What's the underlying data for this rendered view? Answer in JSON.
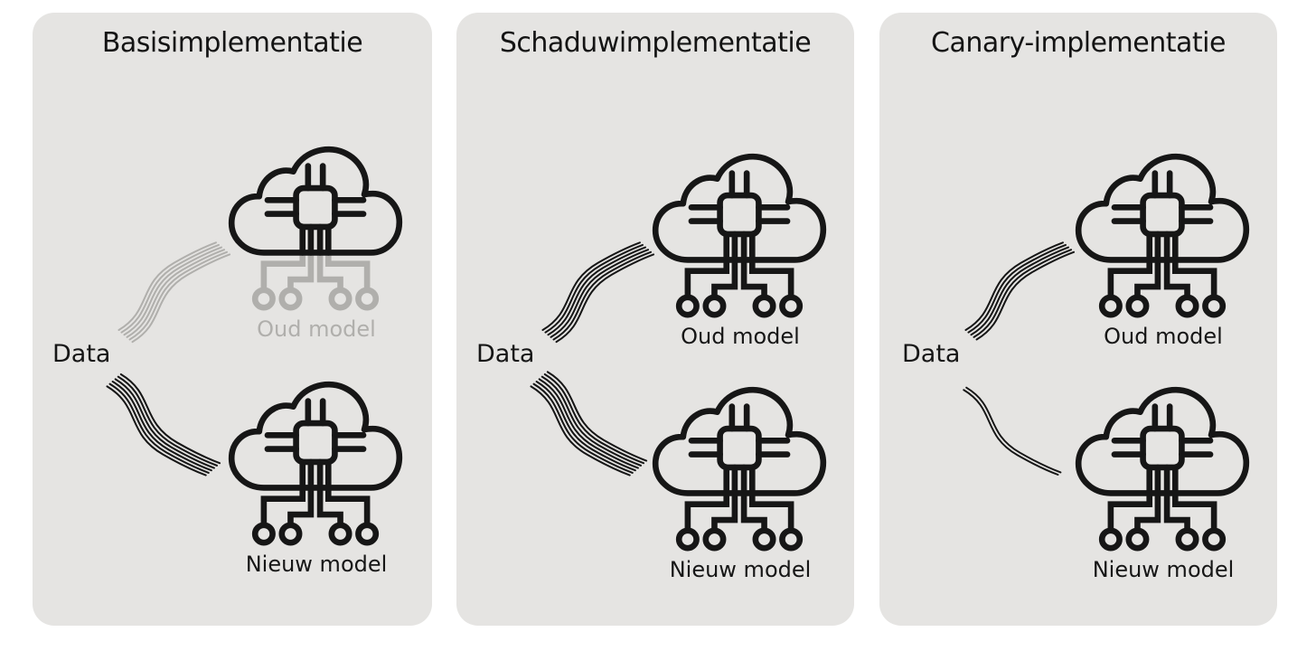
{
  "colors": {
    "page_bg": "#ffffff",
    "panel_bg": "#e5e4e2",
    "ink": "#161616",
    "title_ink": "#141414",
    "muted": "#b0afac"
  },
  "diagram_type": "ml-deployment-strategies-comparison",
  "panels": [
    {
      "id": "basis",
      "title": "Basisimplementatie",
      "data_label": "Data",
      "old_model": {
        "label": "Oud model",
        "dimmed": true
      },
      "new_model": {
        "label": "Nieuw model",
        "dimmed": false
      },
      "flows": {
        "to_old": {
          "stream_count": 6,
          "dimmed": true
        },
        "to_new": {
          "stream_count": 6,
          "dimmed": false
        }
      }
    },
    {
      "id": "schaduw",
      "title": "Schaduwimplementatie",
      "data_label": "Data",
      "old_model": {
        "label": "Oud model",
        "dimmed": false
      },
      "new_model": {
        "label": "Nieuw model",
        "dimmed": false
      },
      "flows": {
        "to_old": {
          "stream_count": 6,
          "dimmed": false
        },
        "to_new": {
          "stream_count": 7,
          "dimmed": false
        }
      }
    },
    {
      "id": "canary",
      "title": "Canary-implementatie",
      "data_label": "Data",
      "old_model": {
        "label": "Oud model",
        "dimmed": false
      },
      "new_model": {
        "label": "Nieuw model",
        "dimmed": false
      },
      "flows": {
        "to_old": {
          "stream_count": 5,
          "dimmed": false
        },
        "to_new": {
          "stream_count": 2,
          "dimmed": false
        }
      }
    }
  ]
}
